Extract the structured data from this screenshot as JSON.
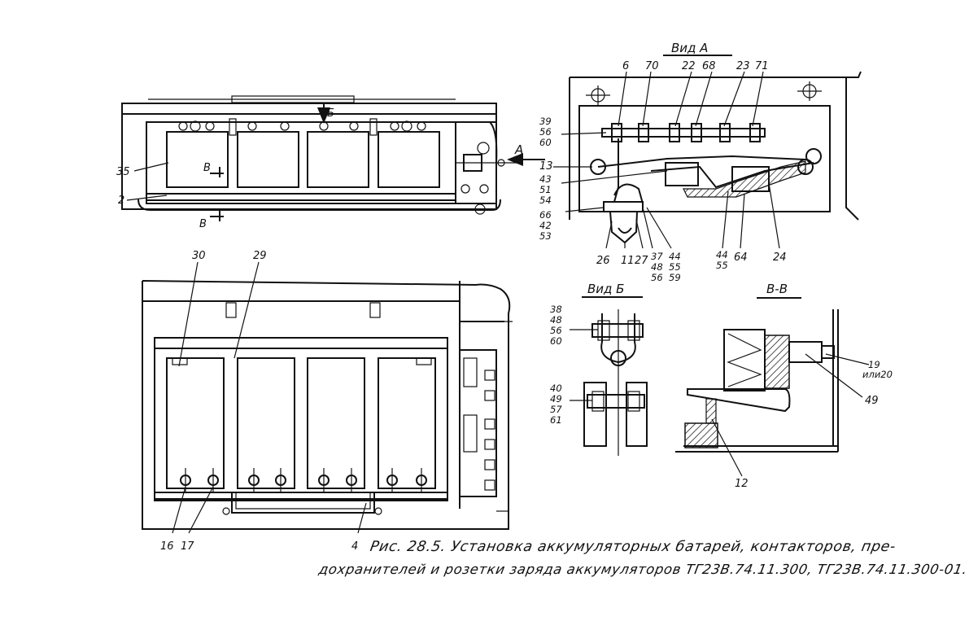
{
  "caption": {
    "line1": "Рис. 28.5. Установка аккумуляторных батарей, контакторов, пре-",
    "line2": "дохранителей и розетки заряда аккумуляторов ТГ23В.74.11.300, ТГ23В.74.11.300-01."
  },
  "view_titles": {
    "vid_a": "Вид А",
    "vid_b": "Вид Б",
    "section_vv": "В-В"
  },
  "top_view": {
    "arrow_b": "Б",
    "arrow_a": "А",
    "section_v_top": "В",
    "section_v_bottom": "В",
    "labels": {
      "l35": "35",
      "l2": "2"
    }
  },
  "vid_a": {
    "top_labels": {
      "l6": "6",
      "l70": "70",
      "l22": "22",
      "l68": "68",
      "l23": "23",
      "l71": "71"
    },
    "left_labels": {
      "g1": [
        "39",
        "56",
        "60"
      ],
      "l13": "13",
      "g2": [
        "43",
        "51",
        "54"
      ],
      "g3": [
        "66",
        "42",
        "53"
      ]
    },
    "bottom_labels": {
      "l26": "26",
      "l11": "11",
      "l27": "27",
      "g37": [
        "37",
        "48",
        "56"
      ],
      "g44a": [
        "44",
        "55",
        "59"
      ],
      "g44b": [
        "44",
        "55"
      ],
      "l64": "64",
      "l24": "24"
    }
  },
  "plan_view": {
    "labels": {
      "l30": "30",
      "l29": "29",
      "l16": "16",
      "l17": "17",
      "l4": "4"
    }
  },
  "vid_b": {
    "labels": {
      "g1": [
        "38",
        "48",
        "56",
        "60"
      ],
      "g2": [
        "40",
        "49",
        "57",
        "61"
      ]
    }
  },
  "section": {
    "labels": {
      "l19": "19",
      "l_ili20": "или20",
      "l49": "49",
      "l12": "12"
    }
  }
}
